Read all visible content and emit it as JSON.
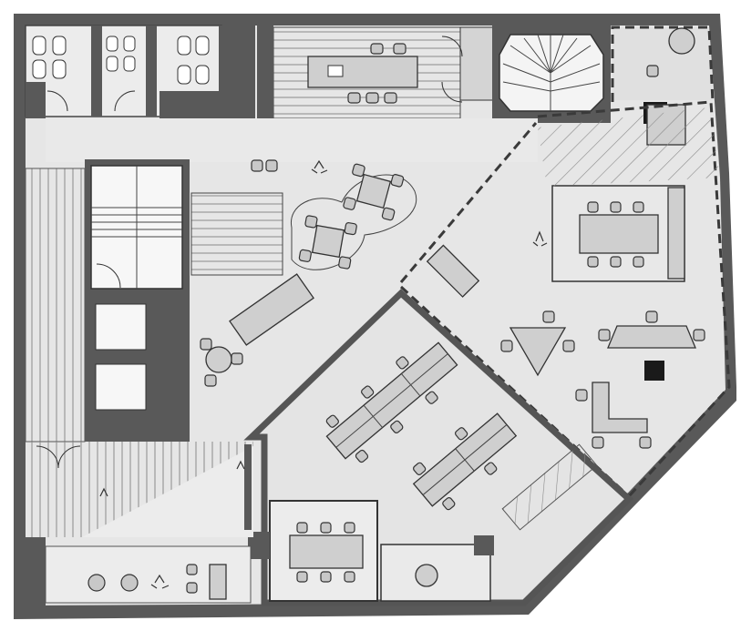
{
  "drawing": {
    "kind": "architectural floor plan sketch",
    "colors": {
      "wall": "#595959",
      "floor": "#e6e6e6",
      "line": "#333333",
      "furniture": "#cfcfcf",
      "accent_black": "#1a1a1a"
    },
    "spaces": [
      "restrooms",
      "kitchen-island",
      "stair-north",
      "corner-office-northeast",
      "lounge-tables",
      "stair-west",
      "conference-room-east",
      "open-collaboration-zone",
      "workstation-room",
      "meeting-room-south",
      "reception-southwest",
      "breakout-south"
    ]
  }
}
